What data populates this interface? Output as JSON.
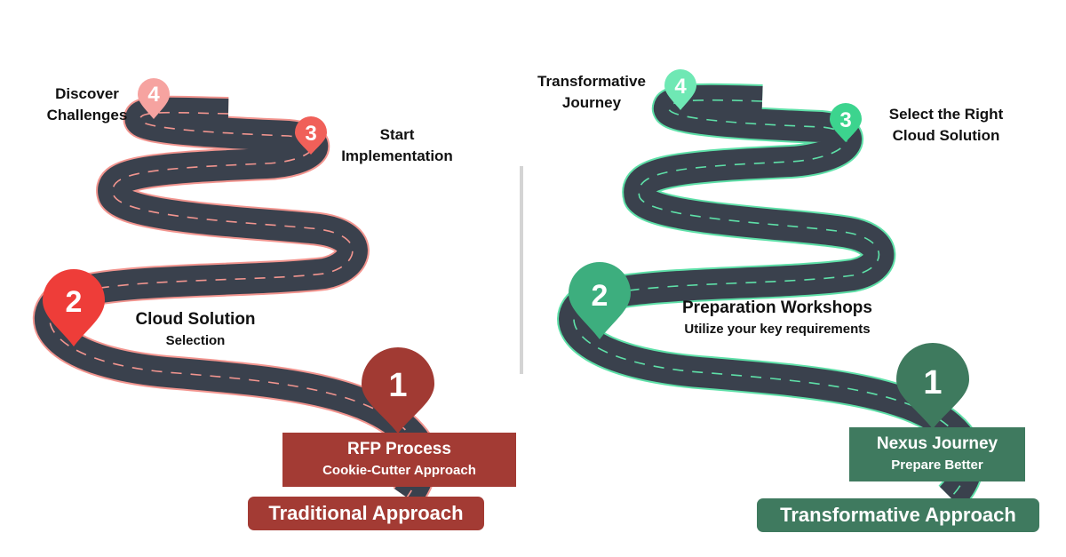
{
  "traditional": {
    "title": "Traditional Approach",
    "steps": [
      {
        "number": "1",
        "title": "RFP Process",
        "subtitle": "Cookie-Cutter Approach"
      },
      {
        "number": "2",
        "title": "Cloud Solution",
        "subtitle": "Selection"
      },
      {
        "number": "3",
        "line1": "Start",
        "line2": "Implementation"
      },
      {
        "number": "4",
        "line1": "Discover",
        "line2": "Challenges"
      }
    ]
  },
  "transformative": {
    "title": "Transformative Approach",
    "steps": [
      {
        "number": "1",
        "title": "Nexus Journey",
        "subtitle": "Prepare Better"
      },
      {
        "number": "2",
        "title": "Preparation Workshops",
        "subtitle": "Utilize your key requirements"
      },
      {
        "number": "3",
        "line1": "Select the Right",
        "line2": "Cloud Solution"
      },
      {
        "number": "4",
        "line1": "Transformative",
        "line2": "Journey"
      }
    ]
  },
  "colors": {
    "road": "#3a414d",
    "traditional_edge": "#f2958f",
    "traditional_pin1": "#a13a33",
    "traditional_pin2": "#ee3d39",
    "traditional_pin3": "#f06059",
    "traditional_pin4": "#f6a3a0",
    "traditional_box": "#a33b34",
    "transformative_edge": "#5ee0a8",
    "transformative_pin1": "#3e7a5e",
    "transformative_pin2": "#3dae7e",
    "transformative_pin3": "#3cd48e",
    "transformative_pin4": "#6fe8b4",
    "transformative_box": "#3f7a5f"
  }
}
